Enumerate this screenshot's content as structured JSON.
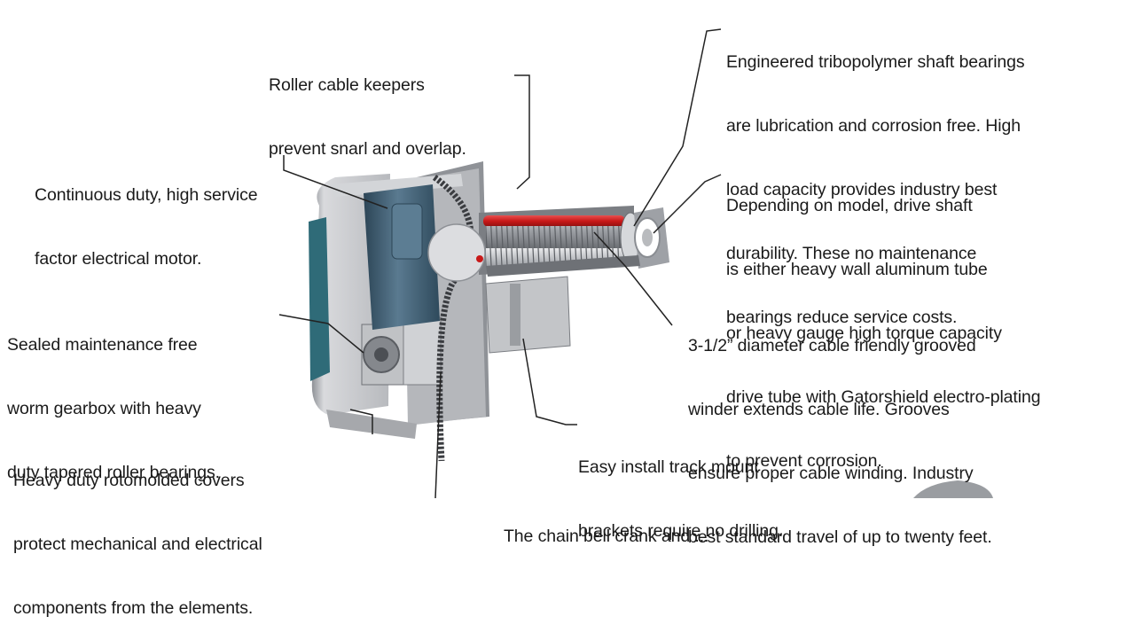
{
  "callouts": {
    "roller_keepers": [
      "Roller cable keepers",
      "prevent snarl and overlap."
    ],
    "bearings": [
      "Engineered tribopolymer shaft bearings",
      "are lubrication and corrosion free. High",
      "load capacity provides industry best",
      "durability. These no maintenance",
      "bearings reduce service costs."
    ],
    "motor": [
      "Continuous duty, high service",
      "factor electrical motor."
    ],
    "drive_shaft": [
      "Depending on model, drive shaft",
      "is either heavy wall aluminum tube",
      "or heavy gauge high torque capacity",
      "drive tube with Gatorshield electro-plating",
      "to prevent corrosion."
    ],
    "gearbox": [
      "Sealed maintenance free",
      "worm gearbox with heavy",
      "duty tapered roller bearings."
    ],
    "winder": [
      "3-1/2” diameter cable friendly grooved",
      "winder extends cable life. Grooves",
      "ensure proper cable winding. Industry",
      "best standard travel of up to twenty feet."
    ],
    "covers": [
      "Heavy duty rotomolded covers",
      "protect mechanical and electrical",
      "components from the elements."
    ],
    "brackets": [
      "Easy install track mount",
      "brackets require no drilling."
    ],
    "chain_partial": "The chain bell crank and ..."
  },
  "colors": {
    "text": "#1a1a1a",
    "leader": "#222222",
    "cover": "#c9cacc",
    "motor": "#3e5a6f",
    "red_tube": "#d42020",
    "panel": "#2f6b78"
  }
}
